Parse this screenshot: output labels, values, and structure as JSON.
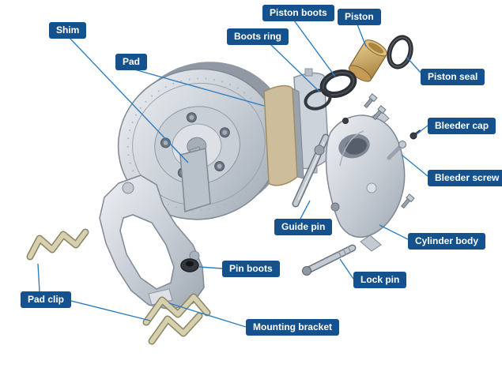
{
  "figure": {
    "type": "exploded-diagram",
    "labels": [
      {
        "id": "shim",
        "text": "Shim"
      },
      {
        "id": "pad",
        "text": "Pad"
      },
      {
        "id": "piston-boots",
        "text": "Piston boots"
      },
      {
        "id": "piston",
        "text": "Piston"
      },
      {
        "id": "boots-ring",
        "text": "Boots ring"
      },
      {
        "id": "piston-seal",
        "text": "Piston seal"
      },
      {
        "id": "bleeder-cap",
        "text": "Bleeder cap"
      },
      {
        "id": "bleeder-screw",
        "text": "Bleeder screw"
      },
      {
        "id": "guide-pin",
        "text": "Guide pin"
      },
      {
        "id": "cylinder-body",
        "text": "Cylinder body"
      },
      {
        "id": "pin-boots",
        "text": "Pin boots"
      },
      {
        "id": "lock-pin",
        "text": "Lock pin"
      },
      {
        "id": "pad-clip",
        "text": "Pad clip"
      },
      {
        "id": "mounting-bracket",
        "text": "Mounting bracket"
      }
    ],
    "colors": {
      "label_bg": "#15518d",
      "label_text": "#ffffff",
      "leader_line": "#2f7ec0",
      "page_bg": "#ffffff"
    }
  }
}
